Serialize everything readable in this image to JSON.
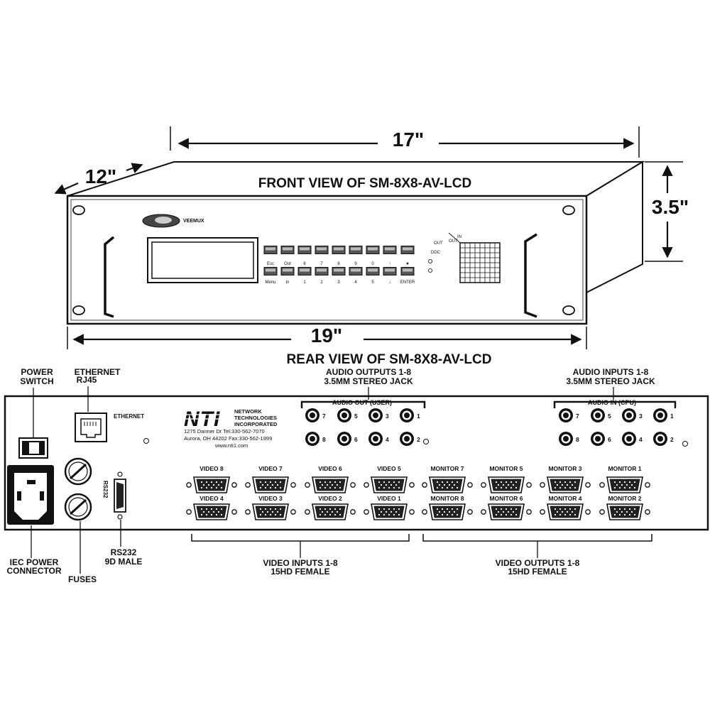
{
  "dimensions": {
    "width_top": "17\"",
    "depth": "12\"",
    "height": "3.5\"",
    "rack_width": "19\""
  },
  "front": {
    "title": "FRONT VIEW OF SM-8X8-AV-LCD",
    "brand": "VEEMUX",
    "keys_top": [
      "Esc",
      "Out",
      "6",
      "7",
      "8",
      "9",
      "0",
      "↑",
      "★"
    ],
    "keys_bottom": [
      "Menu",
      "In",
      "1",
      "2",
      "3",
      "4",
      "5",
      "↓",
      "ENTER"
    ],
    "leds": [
      "OUT",
      "DDC"
    ],
    "matrix_labels": [
      "OUT",
      "IN"
    ]
  },
  "rear": {
    "title": "REAR VIEW OF SM-8X8-AV-LCD",
    "callouts": {
      "power_switch": [
        "POWER",
        "SWITCH"
      ],
      "ethernet": [
        "ETHERNET",
        "RJ45"
      ],
      "audio_outputs": [
        "AUDIO OUTPUTS 1-8",
        "3.5MM  STEREO JACK"
      ],
      "audio_inputs": [
        "AUDIO INPUTS 1-8",
        "3.5MM  STEREO JACK"
      ],
      "iec_power": [
        "IEC POWER",
        "CONNECTOR"
      ],
      "fuses": "FUSES",
      "rs232": [
        "RS232",
        "9D MALE"
      ],
      "video_inputs": [
        "VIDEO INPUTS 1-8",
        "15HD FEMALE"
      ],
      "video_outputs": [
        "VIDEO OUTPUTS 1-8",
        "15HD FEMALE"
      ]
    },
    "ethernet_label": "ETHERNET",
    "rs232_vertical": "RS232",
    "nti_logo": "NTI",
    "company": [
      "NETWORK",
      "TECHNOLOGIES",
      "INCORPORATED"
    ],
    "address": [
      "1275 Danner Dr    Tel:330-562-7070",
      "Aurora, OH 44202  Fax:330-562-1999",
      "www.nti1.com"
    ],
    "audio_out_label": "AUDIO OUT  (USER)",
    "audio_in_label": "AUDIO IN  (CPU)",
    "audio_out_row1": [
      "7",
      "5",
      "3",
      "1"
    ],
    "audio_out_row2": [
      "8",
      "6",
      "4",
      "2"
    ],
    "audio_in_row1": [
      "7",
      "5",
      "3",
      "1"
    ],
    "audio_in_row2": [
      "8",
      "6",
      "4",
      "2"
    ],
    "video_row1": [
      "VIDEO 8",
      "VIDEO 7",
      "VIDEO 6",
      "VIDEO 5"
    ],
    "video_row2": [
      "VIDEO 4",
      "VIDEO 3",
      "VIDEO 2",
      "VIDEO 1"
    ],
    "monitor_row1": [
      "MONITOR 7",
      "MONITOR 5",
      "MONITOR 3",
      "MONITOR 1"
    ],
    "monitor_row2": [
      "MONITOR 8",
      "MONITOR 6",
      "MONITOR 4",
      "MONITOR 2"
    ]
  }
}
